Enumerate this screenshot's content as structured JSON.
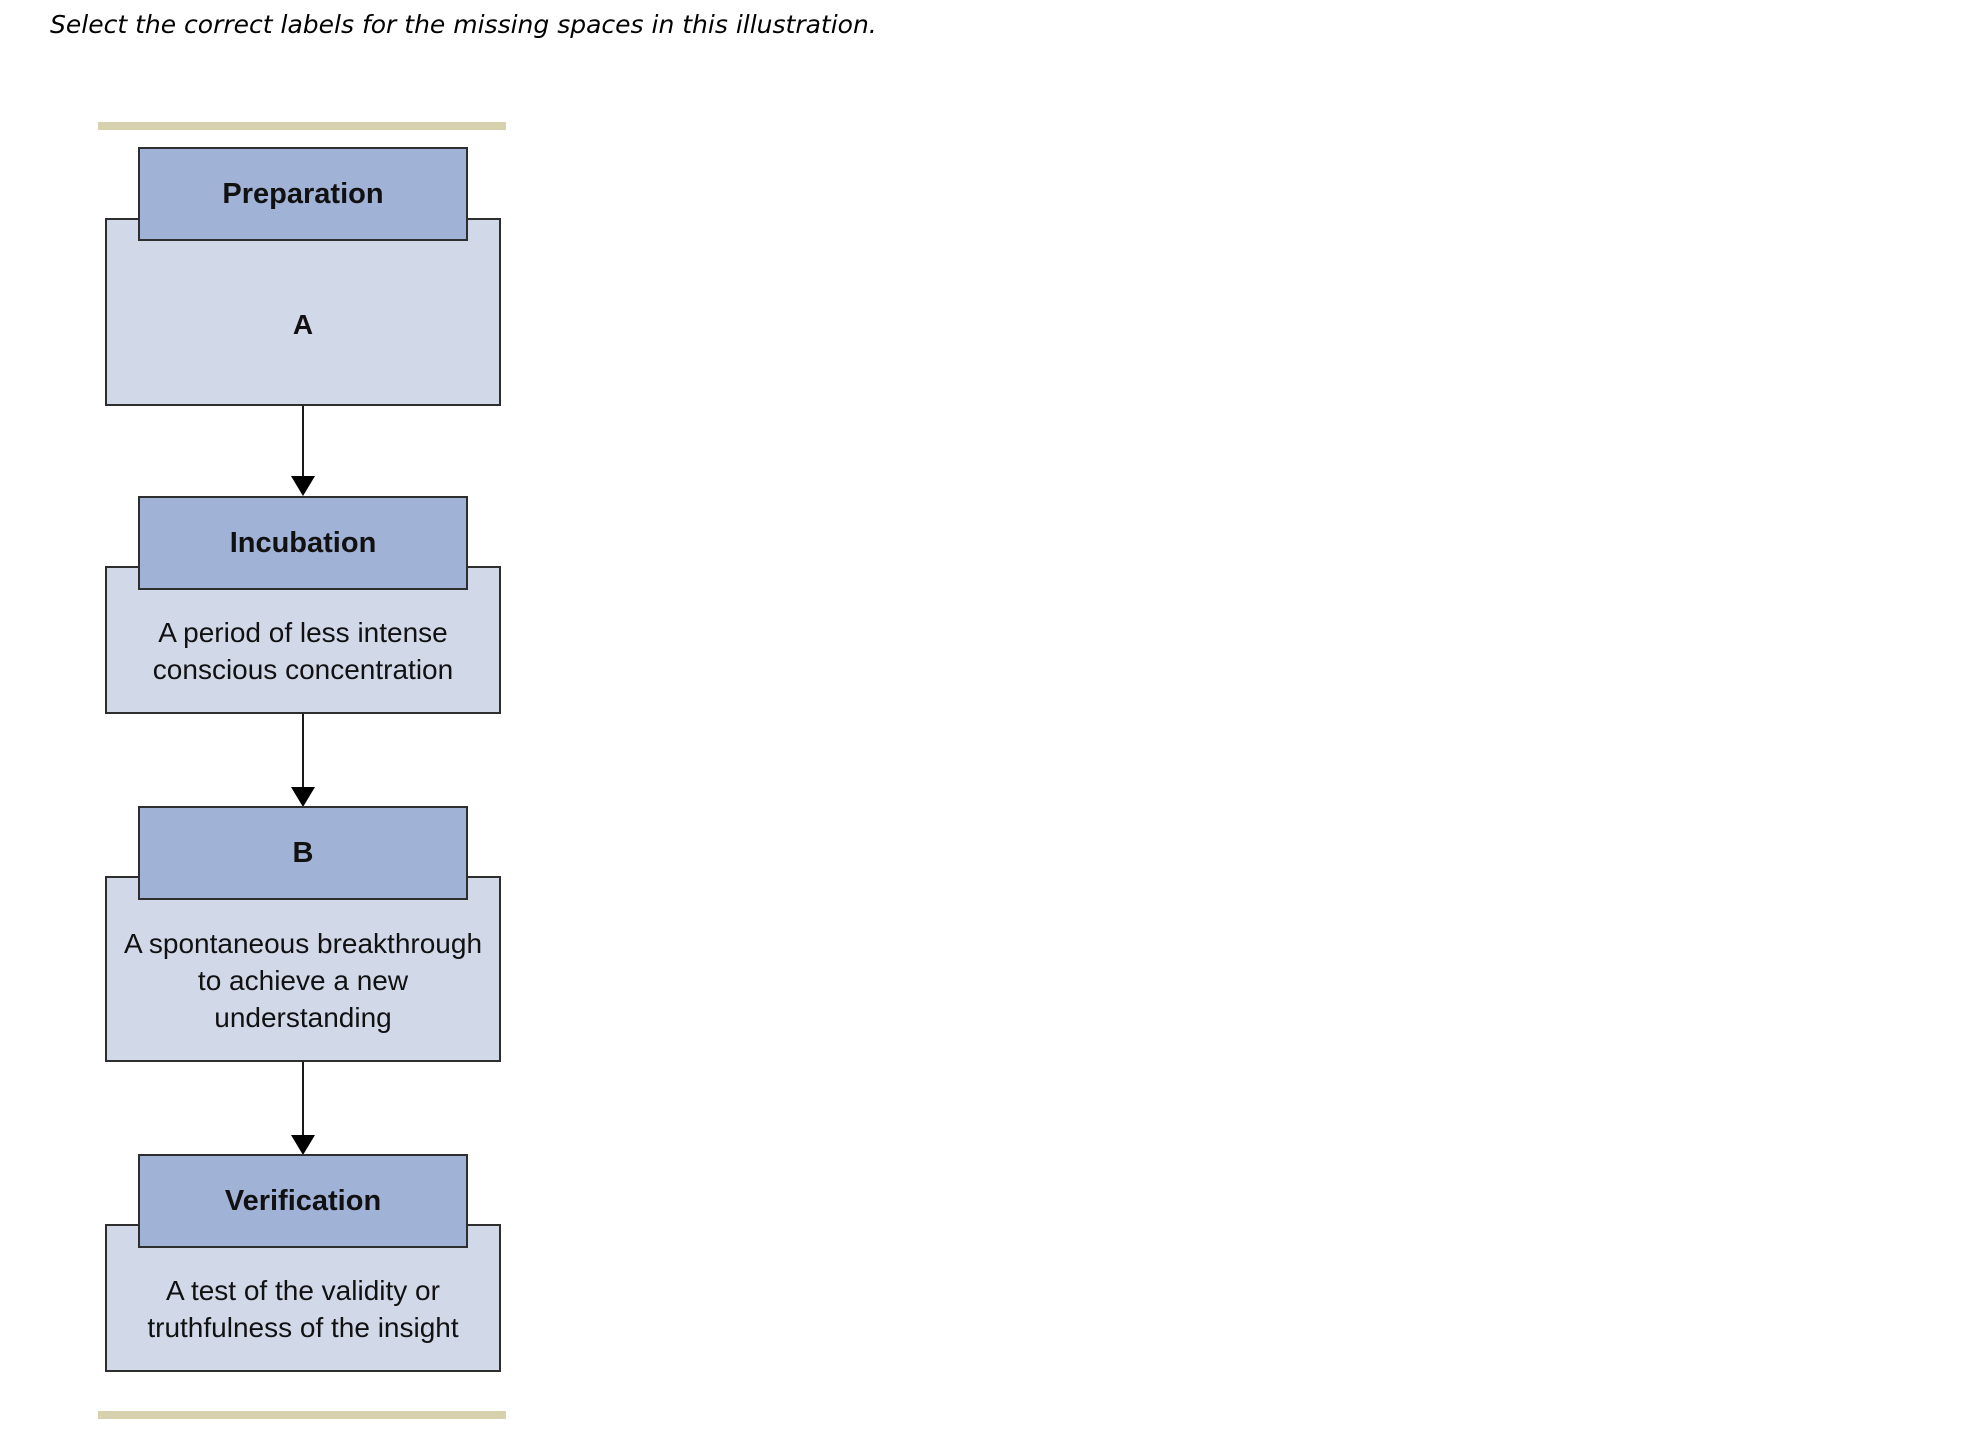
{
  "instruction": "Select the correct labels for the missing spaces in this illustration.",
  "stages": [
    {
      "title": "Preparation",
      "description": "A"
    },
    {
      "title": "Incubation",
      "description": "A period of less intense conscious concentration"
    },
    {
      "title": "B",
      "description": "A spontaneous breakthrough to achieve a new understanding"
    },
    {
      "title": "Verification",
      "description": "A test of the validity or truthfulness of the insight"
    }
  ],
  "colors": {
    "header_fill": "#a0b2d6",
    "body_fill": "#d1d9e9",
    "border": "#2e2e2e",
    "rule": "#d7d1ad"
  }
}
